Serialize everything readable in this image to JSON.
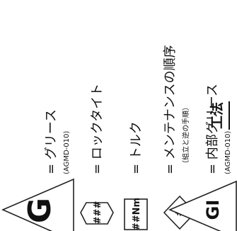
{
  "header": {
    "title": "工法"
  },
  "legend": [
    {
      "symbol_text": "G",
      "label": "= グリース",
      "sub_label": "(AGMD-010)"
    },
    {
      "symbol_text": "###",
      "label": "= ロックタイト",
      "sub_label": ""
    },
    {
      "symbol_text": "##Nm",
      "label": "= トルク",
      "sub_label": ""
    },
    {
      "symbol_text": "#",
      "label": "= メンテナンスの順序",
      "sub_label": "（組立と逆の手順）"
    },
    {
      "symbol_text": "GI",
      "label": "= 内部グリース",
      "sub_label": "(AGMD-010)"
    }
  ],
  "colors": {
    "ink": "#111111",
    "stroke": "#222222",
    "paper": "#ffffff"
  }
}
